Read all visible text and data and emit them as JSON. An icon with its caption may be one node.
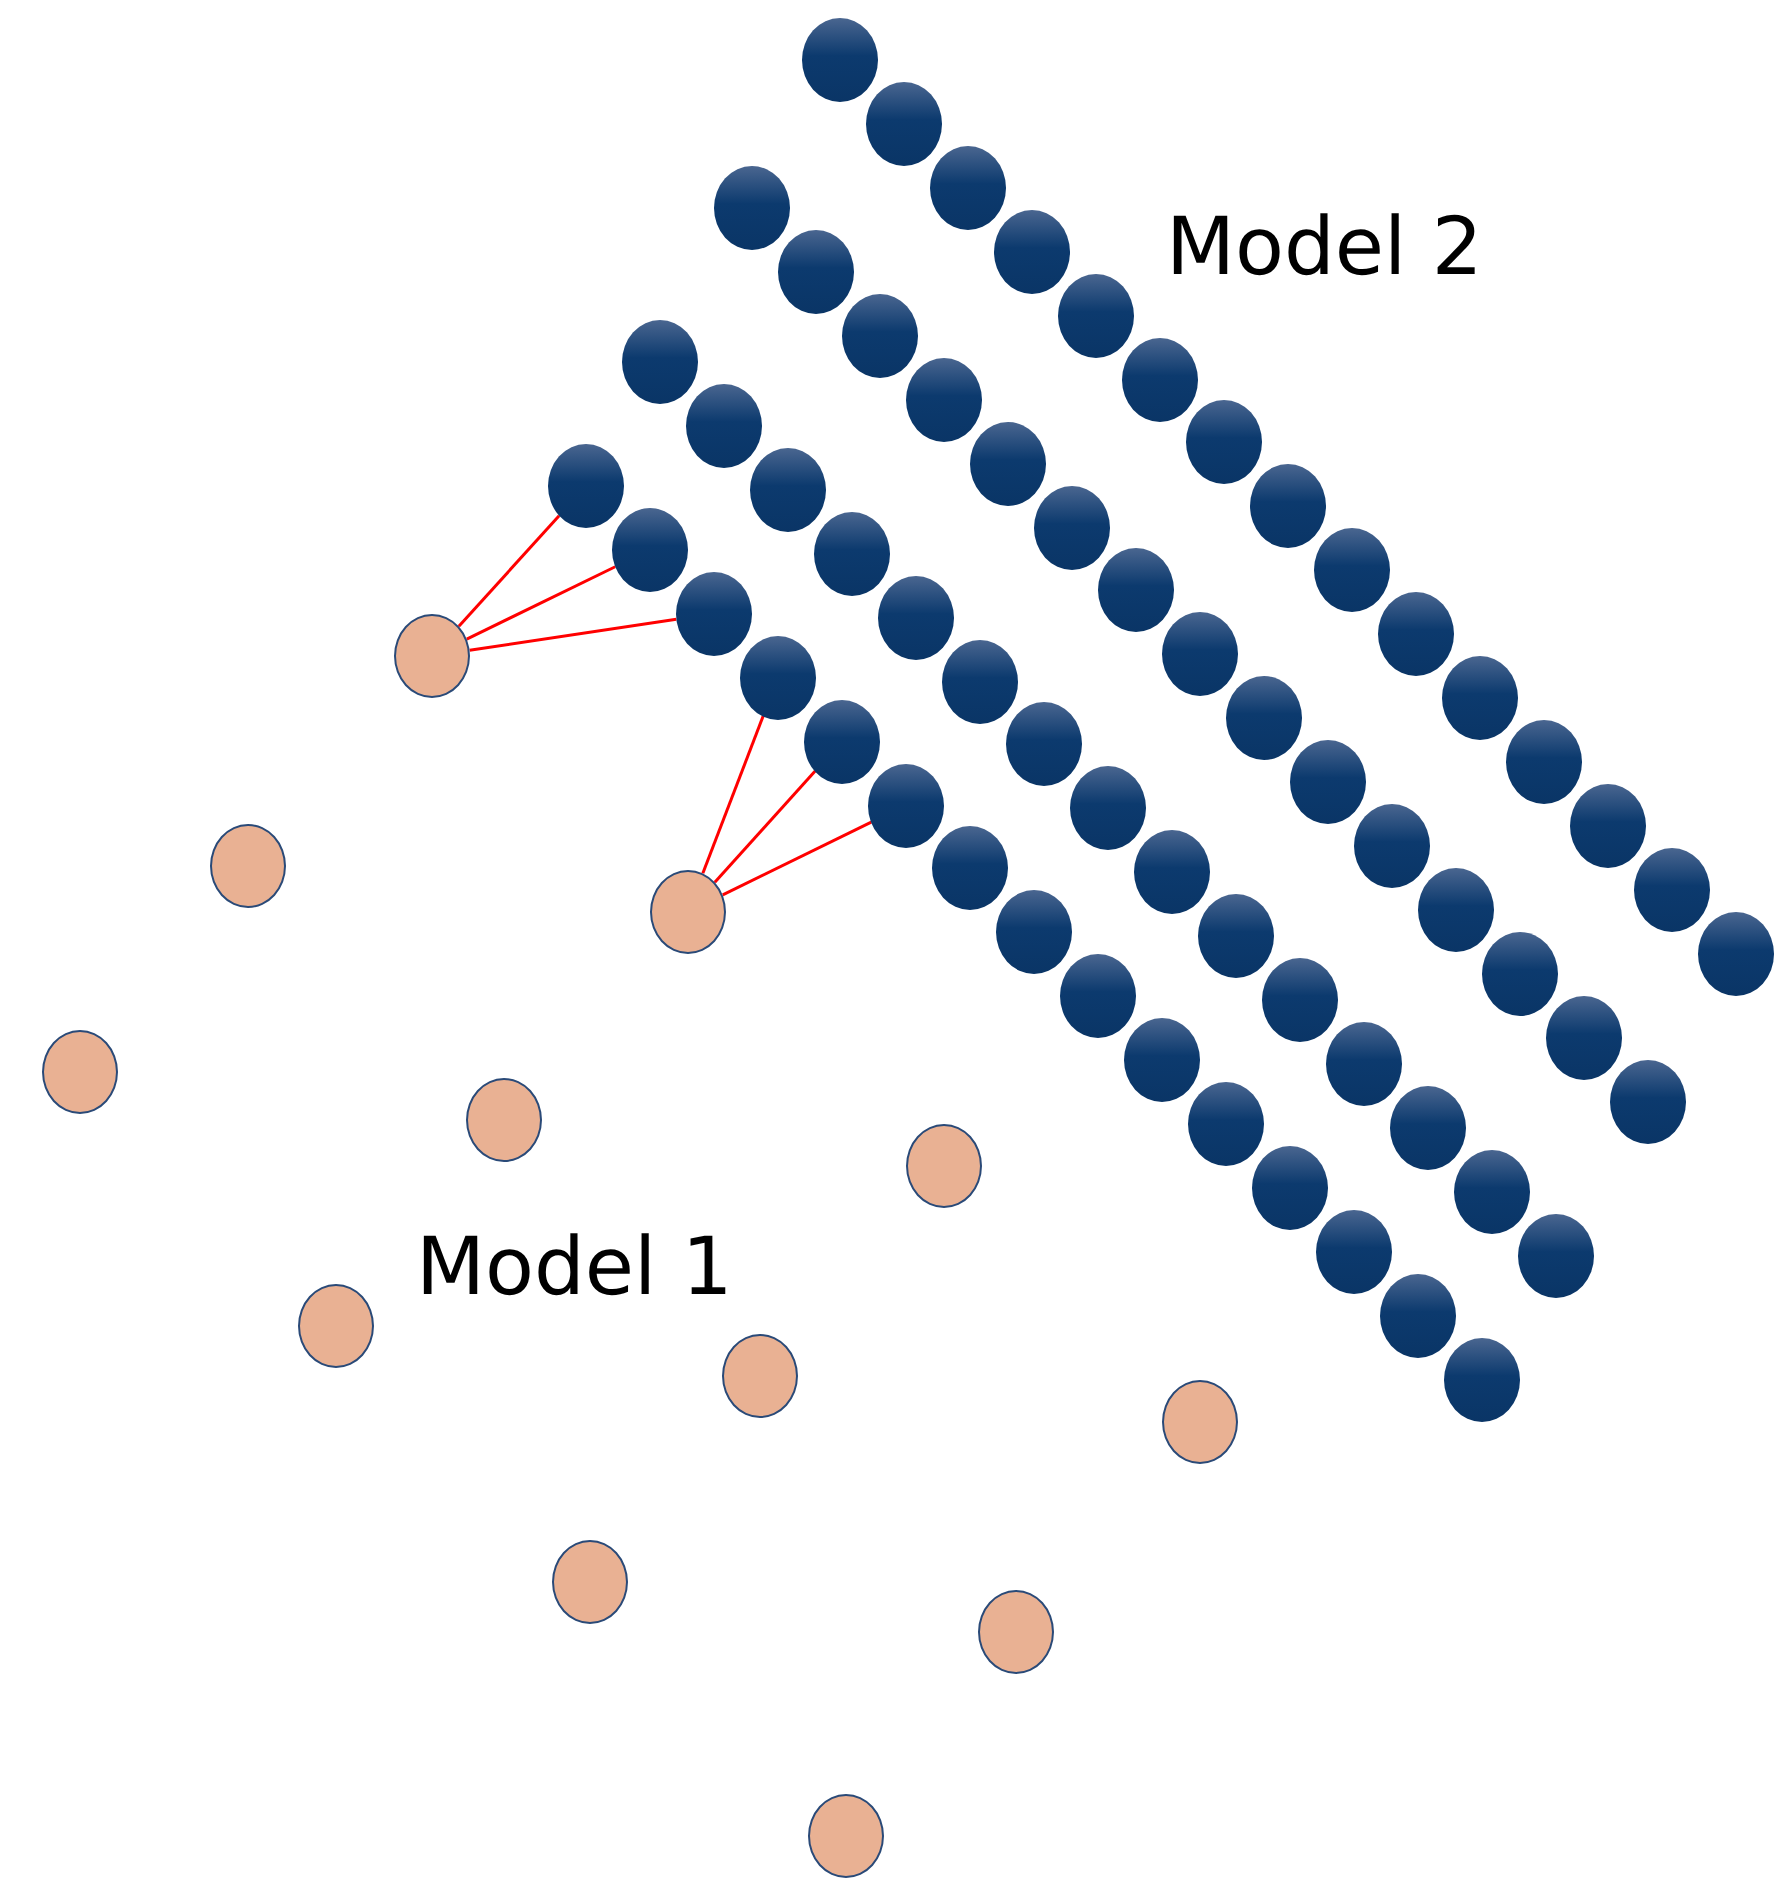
{
  "diagram": {
    "nodes": [
      {
        "text": [],
        "shape": "circle"
      },
      {
        "text": [],
        "shape": "circle"
      },
      {
        "text": [],
        "shape": "circle"
      },
      {
        "text": [],
        "shape": "circle"
      },
      {
        "text": [],
        "shape": "circle"
      },
      {
        "text": [],
        "shape": "circle"
      },
      {
        "text": [],
        "shape": "circle"
      },
      {
        "text": [],
        "shape": "circle"
      },
      {
        "text": [],
        "shape": "circle"
      },
      {
        "text": [],
        "shape": "circle"
      },
      {
        "text": [],
        "shape": "circle"
      },
      {
        "text": [],
        "shape": "circle"
      },
      {
        "text": [],
        "shape": "circle"
      },
      {
        "text": [],
        "shape": "circle"
      },
      {
        "text": [],
        "shape": "circle"
      },
      {
        "text": [],
        "shape": "circle"
      },
      {
        "text": [],
        "shape": "circle"
      },
      {
        "text": [],
        "shape": "circle"
      },
      {
        "text": [],
        "shape": "circle"
      },
      {
        "text": [],
        "shape": "circle"
      },
      {
        "text": [],
        "shape": "circle"
      },
      {
        "text": [],
        "shape": "circle"
      },
      {
        "text": [],
        "shape": "circle"
      },
      {
        "text": [],
        "shape": "circle"
      },
      {
        "text": [],
        "shape": "circle"
      },
      {
        "text": [],
        "shape": "circle"
      },
      {
        "text": [],
        "shape": "circle"
      },
      {
        "text": [],
        "shape": "circle"
      },
      {
        "text": [],
        "shape": "circle"
      },
      {
        "text": [],
        "shape": "circle"
      },
      {
        "text": [],
        "shape": "circle"
      },
      {
        "text": [],
        "shape": "circle"
      },
      {
        "text": [],
        "shape": "circle"
      },
      {
        "text": [],
        "shape": "circle"
      },
      {
        "text": [],
        "shape": "circle"
      },
      {
        "text": [],
        "shape": "circle"
      },
      {
        "text": [],
        "shape": "circle"
      },
      {
        "text": [],
        "shape": "circle"
      },
      {
        "text": [],
        "shape": "circle"
      },
      {
        "text": [],
        "shape": "circle"
      },
      {
        "text": [],
        "shape": "circle"
      },
      {
        "text": [],
        "shape": "circle"
      },
      {
        "text": [],
        "shape": "circle"
      },
      {
        "text": [],
        "shape": "circle"
      },
      {
        "text": [],
        "shape": "circle"
      },
      {
        "text": [],
        "shape": "circle"
      },
      {
        "text": [],
        "shape": "circle"
      },
      {
        "text": [],
        "shape": "circle"
      },
      {
        "text": [],
        "shape": "circle"
      },
      {
        "text": [],
        "shape": "circle"
      },
      {
        "text": [],
        "shape": "circle"
      },
      {
        "text": [],
        "shape": "circle"
      },
      {
        "text": [],
        "shape": "circle"
      },
      {
        "text": [],
        "shape": "circle"
      },
      {
        "text": [],
        "shape": "circle"
      },
      {
        "text": [],
        "shape": "circle"
      },
      {
        "text": [],
        "shape": "circle"
      },
      {
        "text": [],
        "shape": "circle"
      },
      {
        "text": [],
        "shape": "circle"
      },
      {
        "text": [],
        "shape": "circle"
      },
      {
        "text": [],
        "shape": "circle"
      },
      {
        "text": [],
        "shape": "circle"
      },
      {
        "text": [],
        "shape": "circle"
      },
      {
        "text": [],
        "shape": "circle"
      },
      {
        "text": [],
        "shape": "circle"
      },
      {
        "text": [],
        "shape": "circle"
      },
      {
        "text": [],
        "shape": "circle"
      },
      {
        "text": [],
        "shape": "circle"
      },
      {
        "text": [],
        "shape": "circle"
      },
      {
        "text": [],
        "shape": "circle"
      },
      {
        "text": [],
        "shape": "circle"
      },
      {
        "text": [],
        "shape": "circle"
      }
    ],
    "edges": [
      {
        "from": 60,
        "to": 45,
        "arrow": "none"
      },
      {
        "from": 60,
        "to": 46,
        "arrow": "none"
      },
      {
        "from": 60,
        "to": 47,
        "arrow": "none"
      },
      {
        "from": 62,
        "to": 48,
        "arrow": "none"
      },
      {
        "from": 62,
        "to": 49,
        "arrow": "none"
      },
      {
        "from": 62,
        "to": 50,
        "arrow": "none"
      }
    ],
    "labels": [
      "Model 2",
      "Model 1"
    ]
  }
}
